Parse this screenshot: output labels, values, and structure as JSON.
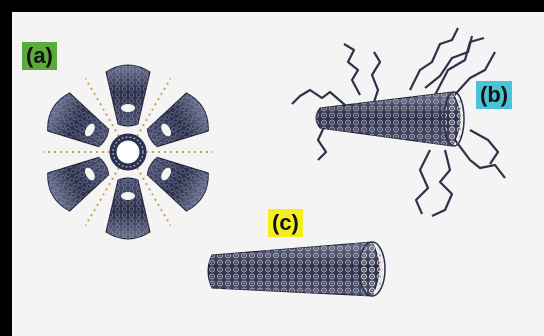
{
  "labels": {
    "a": {
      "text": "(a)",
      "color": "#5aaa3c"
    },
    "b": {
      "text": "(b)",
      "color": "#49c3d6"
    },
    "c": {
      "text": "(c)",
      "color": "#f5ee1e"
    }
  },
  "colors": {
    "frame": "#000000",
    "panel": "#f4f4f4",
    "tube_dark": "#2a2f4a",
    "tube_mid": "#4a5070",
    "tube_light": "#8a8fa8",
    "atom_orange": "#d08a55",
    "chain": "#2e3248"
  }
}
